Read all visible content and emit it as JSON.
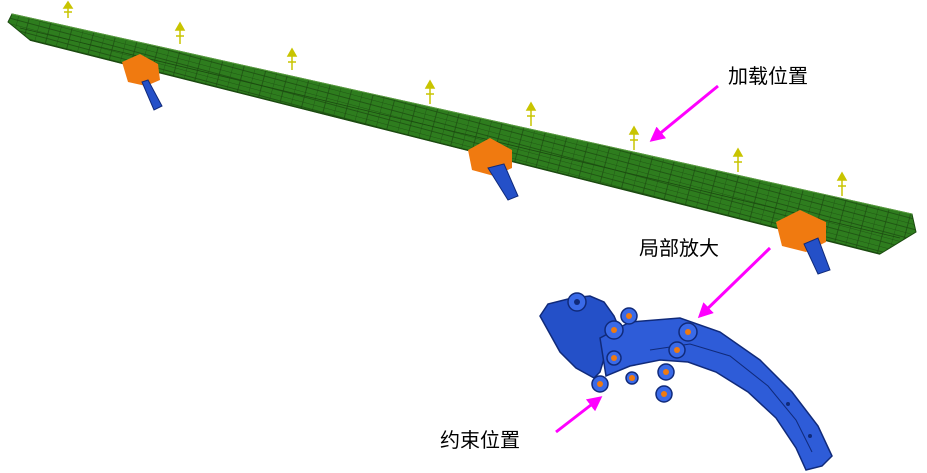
{
  "annotations": {
    "load_position": "加载位置",
    "local_zoom": "局部放大",
    "constraint_position": "约束位置"
  },
  "colors": {
    "beam_mesh": "#2e7d1e",
    "beam_edge": "#1b4a10",
    "constraint_orange": "#f07a10",
    "bracket_blue": "#2450c8",
    "bracket_dark": "#102a7a",
    "load_arrow": "#c8c400",
    "pointer_arrow": "#ff00ff"
  }
}
